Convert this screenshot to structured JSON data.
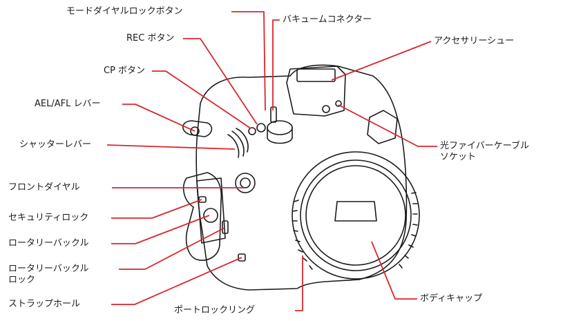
{
  "diagram": {
    "labels": {
      "mode_dial_lock_button": "モードダイヤルロックボタン",
      "vacuum_connector": "バキュームコネクター",
      "rec_button": "REC ボタン",
      "accessory_shoe": "アクセサリーシュー",
      "cp_button": "CP ボタン",
      "ael_afl_lever": "AEL/AFL レバー",
      "shutter_lever": "シャッターレバー",
      "fiber_socket_line1": "光ファイバーケーブル",
      "fiber_socket_line2": "ソケット",
      "front_dial": "フロントダイヤル",
      "security_lock": "セキュリティロック",
      "rotary_buckle": "ロータリーバックル",
      "rotary_buckle_lock_line1": "ロータリーバックル",
      "rotary_buckle_lock_line2": "ロック",
      "strap_hole": "ストラップホール",
      "port_lock_ring": "ポートロックリング",
      "body_cap": "ボディキャップ"
    },
    "colors": {
      "leader_line": "#d9262b",
      "outline": "#1a1a1a",
      "text": "#1a1a1a"
    }
  }
}
